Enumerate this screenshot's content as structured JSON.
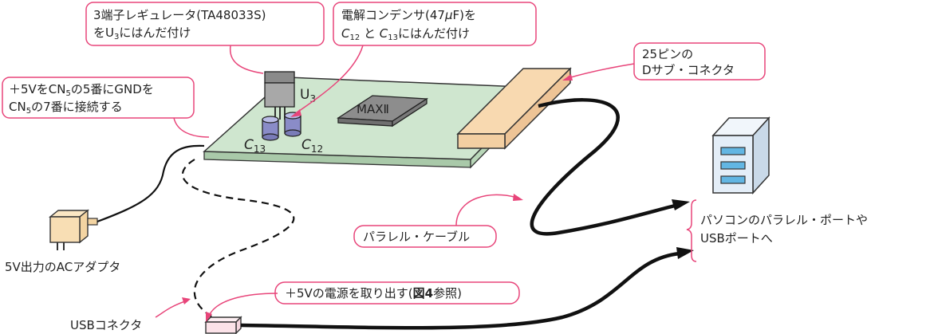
{
  "callouts": {
    "regulator": {
      "line1": "3端子レギュレータ(TA48033S)",
      "line2_prefix": "をU",
      "line2_sub": "3",
      "line2_suffix": "にはんだ付け"
    },
    "capacitor": {
      "line1_prefix": "電解コンデンサ(47",
      "line1_mu": "μ",
      "line1_suffix": "F)を",
      "line2_c1": "C",
      "line2_c1_sub": "12",
      "line2_mid": " と ",
      "line2_c2": "C",
      "line2_c2_sub": "13",
      "line2_suffix": "にはんだ付け"
    },
    "dsub": {
      "line1": "25ピンの",
      "line2": "Dサブ・コネクタ"
    },
    "power": {
      "line1_a": "＋5VをCN",
      "line1_sub": "5",
      "line1_b": "の5番にGNDを",
      "line2_a": "CN",
      "line2_sub": "5",
      "line2_b": "の7番に接続する"
    },
    "parallel_cable": "パラレル・ケーブル",
    "usb_power": {
      "prefix": "＋5Vの電源を取り出す(",
      "ref": "図4",
      "suffix": "参照)"
    }
  },
  "labels": {
    "pc_target_line1": "パソコンのパラレル・ポートや",
    "pc_target_line2": "USBポートへ",
    "adapter": "5V出力のACアダプタ",
    "usb_connector": "USBコネクタ",
    "u3": "U",
    "u3_sub": "3",
    "chip": "MAXⅡ",
    "c13": "C",
    "c13_sub": "13",
    "c12": "C",
    "c12_sub": "12"
  },
  "colors": {
    "callout_border": "#e8457a",
    "board_fill": "#cfe6cf",
    "connector_fill": "#f8d9b0",
    "chip_fill": "#8d8d8d",
    "capacitor_fill": "#8a8cc8",
    "regulator_fill": "#a8a8a8",
    "pc_fill": "#e4eef8",
    "pc_bay_fill": "#62b6e3"
  }
}
